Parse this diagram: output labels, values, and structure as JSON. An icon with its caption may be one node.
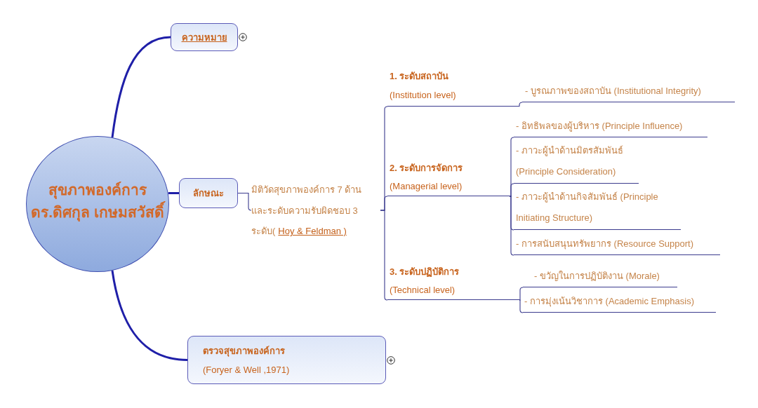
{
  "diagram": {
    "nodes": [
      {
        "text": [
          "สุขภาพองค์การ",
          "ดร.ดิศกุล เกษมสวัสดิ์"
        ]
      },
      {
        "text": [
          "ความหมาย"
        ]
      },
      {
        "text": [
          "ลักษณะ"
        ]
      },
      {
        "text": [
          "มิติวัดสุขภาพองค์การ 7 ด้าน และระดับความรับผิดชอบ 3 ระดับ(",
          "Hoy & Feldman )"
        ]
      },
      {
        "text": [
          "1. ระดับสถาบัน",
          "(Institution level)"
        ]
      },
      {
        "text": [
          "- บูรณภาพของสถาบัน (Institutional Integrity)"
        ]
      },
      {
        "text": [
          "2. ระดับการจัดการ",
          "(Managerial level)"
        ]
      },
      {
        "text": [
          "- อิทธิพลของผู้บริหาร (Principle Influence)"
        ]
      },
      {
        "text": [
          "- ภาวะผู้นำด้านมิตรสัมพันธ์ (Principle Consideration)"
        ]
      },
      {
        "text": [
          "- ภาวะผู้นำด้านกิจสัมพันธ์ (Principle Initiating Structure)"
        ]
      },
      {
        "text": [
          "- การสนับสนุนทรัพยากร (Resource Support)"
        ]
      },
      {
        "text": [
          "3. ระดับปฏิบัติการ",
          "(Technical level)"
        ]
      },
      {
        "text": [
          "- ขวัญในการปฏิบัติงาน (Morale)"
        ]
      },
      {
        "text": [
          "- การมุ่งเน้นวิชาการ (Academic Emphasis)"
        ]
      },
      {
        "text": [
          "ตรวจสุขภาพองค์การ",
          "(Foryer & Well ,1971)"
        ]
      }
    ],
    "edges": [
      {
        "from": 0,
        "to": 1,
        "arrow": "none",
        "style": "thick",
        "color": "#1f1fa8"
      },
      {
        "from": 0,
        "to": 2,
        "arrow": "none",
        "style": "thick",
        "color": "#1f1fa8"
      },
      {
        "from": 0,
        "to": 14,
        "arrow": "none",
        "style": "thick",
        "color": "#1f1fa8"
      },
      {
        "from": 2,
        "to": 3,
        "arrow": "none"
      },
      {
        "from": 3,
        "to": 4,
        "arrow": "none"
      },
      {
        "from": 3,
        "to": 6,
        "arrow": "none"
      },
      {
        "from": 3,
        "to": 11,
        "arrow": "none"
      },
      {
        "from": 4,
        "to": 5,
        "arrow": "none"
      },
      {
        "from": 6,
        "to": 7,
        "arrow": "none"
      },
      {
        "from": 6,
        "to": 8,
        "arrow": "none"
      },
      {
        "from": 6,
        "to": 9,
        "arrow": "none"
      },
      {
        "from": 6,
        "to": 10,
        "arrow": "none"
      },
      {
        "from": 11,
        "to": 12,
        "arrow": "none"
      },
      {
        "from": 11,
        "to": 13,
        "arrow": "none"
      }
    ]
  }
}
